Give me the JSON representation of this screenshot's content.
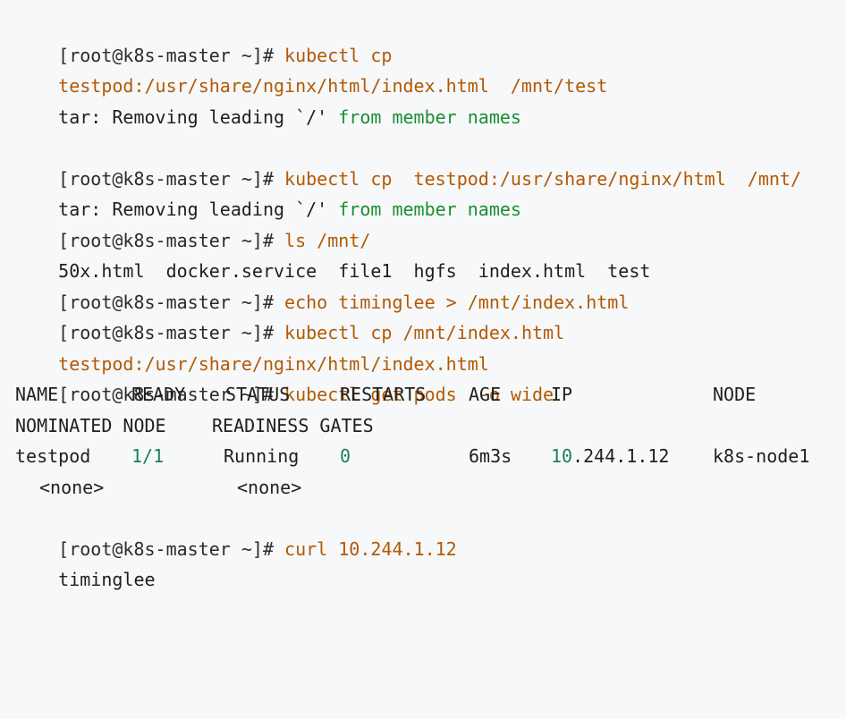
{
  "prompt": "[root@k8s-master ~]# ",
  "lines": {
    "l1_cmd": "kubectl cp",
    "l2_cont": "testpod:/usr/share/nginx/html/index.html  /mnt/test",
    "l3_a": "tar: Removing leading `/' ",
    "l3_b": "from member names",
    "l5_cmd": "kubectl cp  testpod:/usr/share/nginx/html  /mnt/",
    "l6_a": "tar: Removing leading `/' ",
    "l6_b": "from member names",
    "l7_cmd": "ls /mnt/",
    "l8_out": "50x.html  docker.service  file1  hgfs  index.html  test",
    "l9_cmd": "echo timinglee > /mnt/index.html",
    "l10_cmd": "kubectl cp /mnt/index.html",
    "l11_cont": "testpod:/usr/share/nginx/html/index.html",
    "l12_cmd": "kubectl get pods  -o wide",
    "l18_cmd": "curl ",
    "l18_ip": "10.244.1.12",
    "l19_out": "timinglee"
  },
  "pods_table": {
    "header1": {
      "name": "NAME",
      "ready": "READY",
      "status": "STATUS",
      "restarts": "RESTARTS",
      "age": "AGE",
      "ip": "IP",
      "node": "NODE"
    },
    "header2": {
      "nominated": "NOMINATED NODE",
      "readiness": "READINESS GATES"
    },
    "row": {
      "name": "testpod",
      "ready": "1/1",
      "status": "Running",
      "restarts": "0",
      "age": "6m3s",
      "ip_prefix": "10",
      "ip_rest": ".244.1.12",
      "node": "k8s-node1",
      "nominated": "<none>",
      "readiness": "<none>"
    }
  }
}
